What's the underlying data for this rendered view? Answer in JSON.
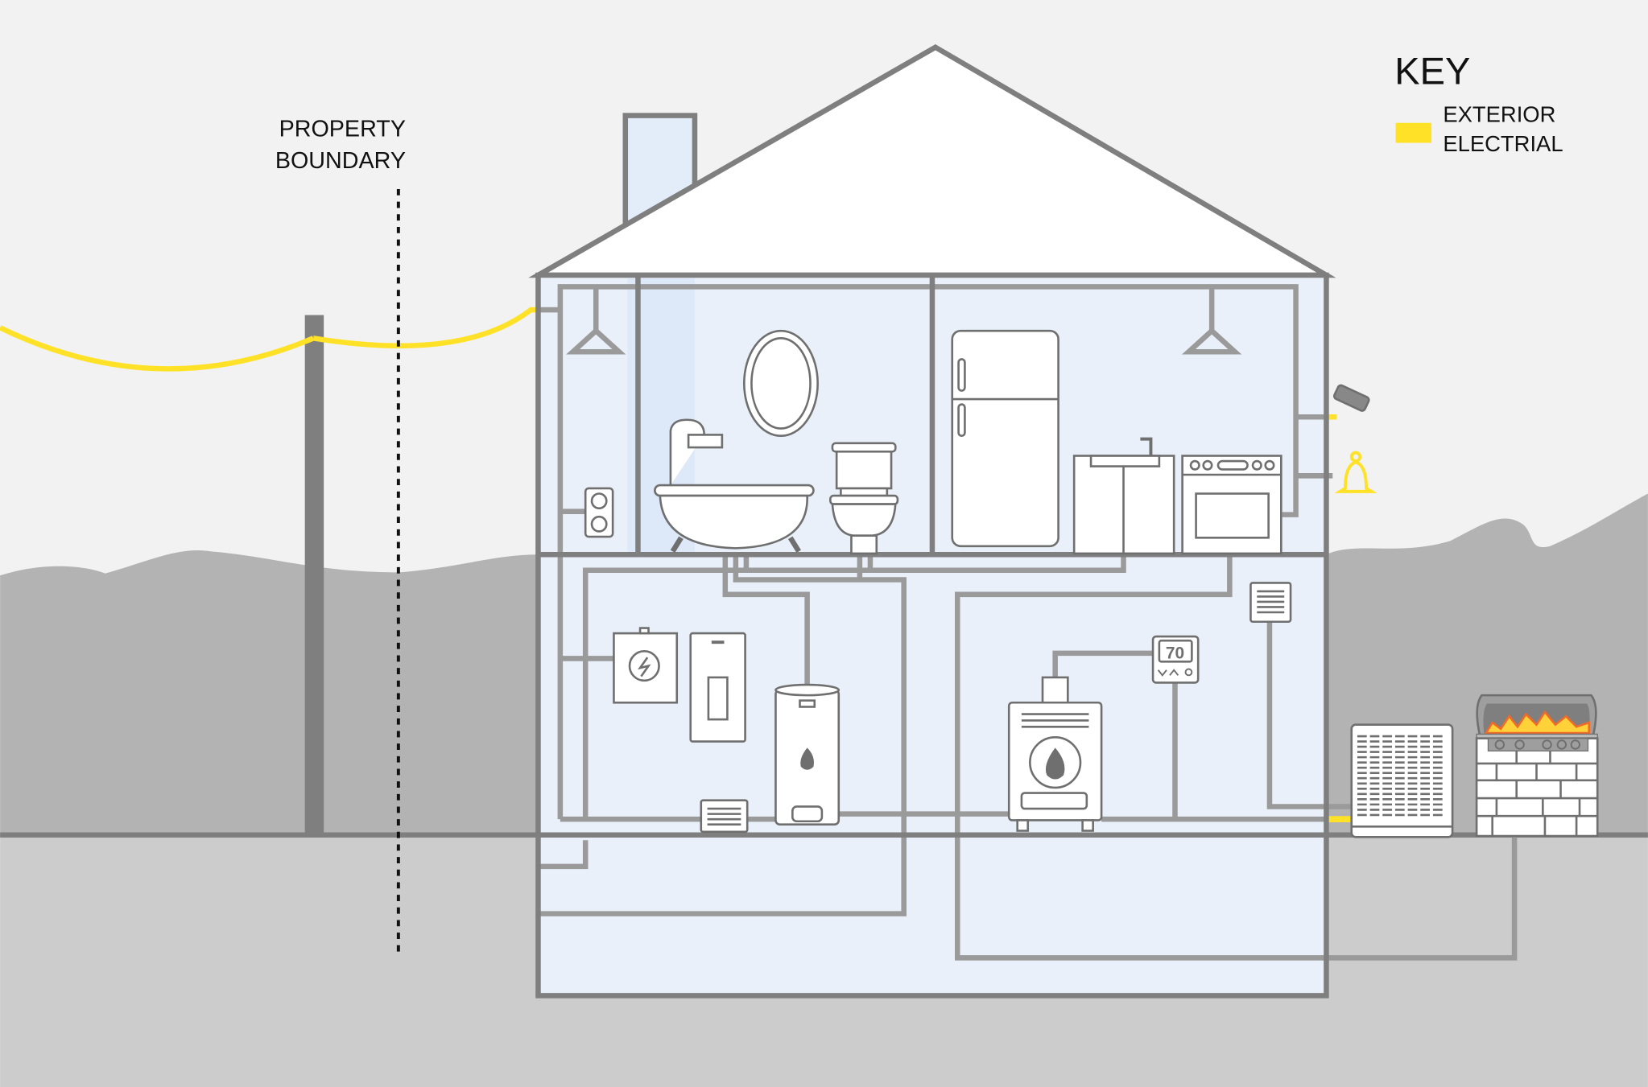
{
  "labels": {
    "property_line1": "PROPERTY",
    "property_line2": "BOUNDARY"
  },
  "key": {
    "title": "KEY",
    "items": [
      {
        "line1": "EXTERIOR",
        "line2": "ELECTRIAL",
        "color": "#FFE228"
      }
    ]
  },
  "thermostat": {
    "temperature": "70"
  },
  "colors": {
    "background": "#F2F2F2",
    "hills": "#B3B3B3",
    "ground": "#CCCCCC",
    "wall": "#7F7F7F",
    "pipe": "#9A9A9A",
    "interior": "#EAF0F9",
    "electrical": "#FFE228"
  }
}
